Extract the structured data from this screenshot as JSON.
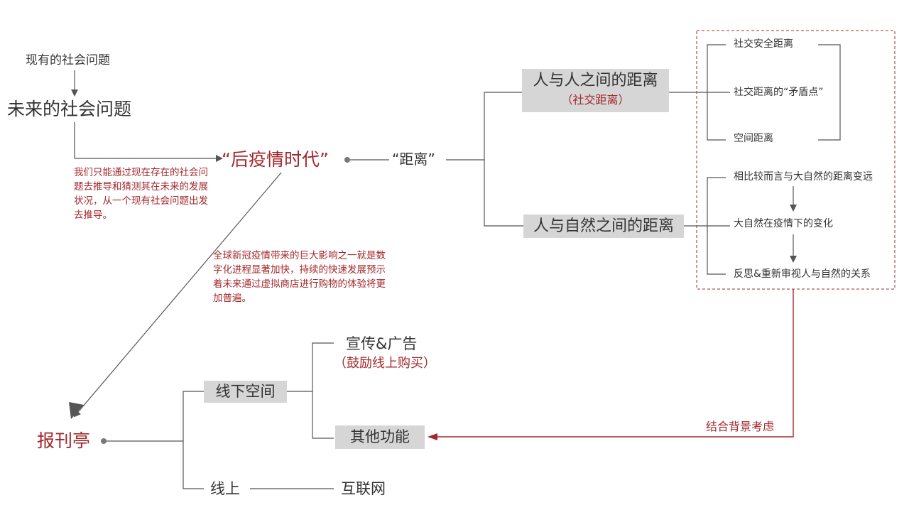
{
  "colors": {
    "accent_red": "#a3282c",
    "line_gray": "#555555",
    "box_gray": "#d6d6d6"
  },
  "nodes": {
    "current_social_issue": "现有的社会问题",
    "future_social_issue": "未来的社会问题",
    "post_pandemic": "“后疫情时代”",
    "distance": "“距离”",
    "person_person": "人与人之间的距离",
    "social_distance": "（社交距离）",
    "person_nature": "人与自然之间的距离",
    "social_safe_distance": "社交安全距离",
    "social_contradiction": "社交距离的“矛盾点”",
    "space_distance": "空间距离",
    "nature_compare": "相比较而言与大自然的距离变远",
    "nature_change": "大自然在疫情下的变化",
    "reflect": "反思&重新审视人与自然的关系",
    "combine_background": "结合背景考虑",
    "kiosk": "报刊亭",
    "offline_space": "线下空间",
    "online": "线上",
    "promotion": "宣传&广告",
    "encourage_online": "（鼓励线上购买）",
    "other_functions": "其他功能",
    "internet": "互联网"
  },
  "notes": {
    "inference": "我们只能通过现在存在的社会问题去推导和猜测其在未来的发展状况，从一个现有社会问题出发去推导。",
    "pandemic_impact": "全球新冠疫情带来的巨大影响之一就是数字化进程显著加快，持续的快速发展预示着未来通过虚拟商店进行购物的体验将更加普遍。"
  }
}
